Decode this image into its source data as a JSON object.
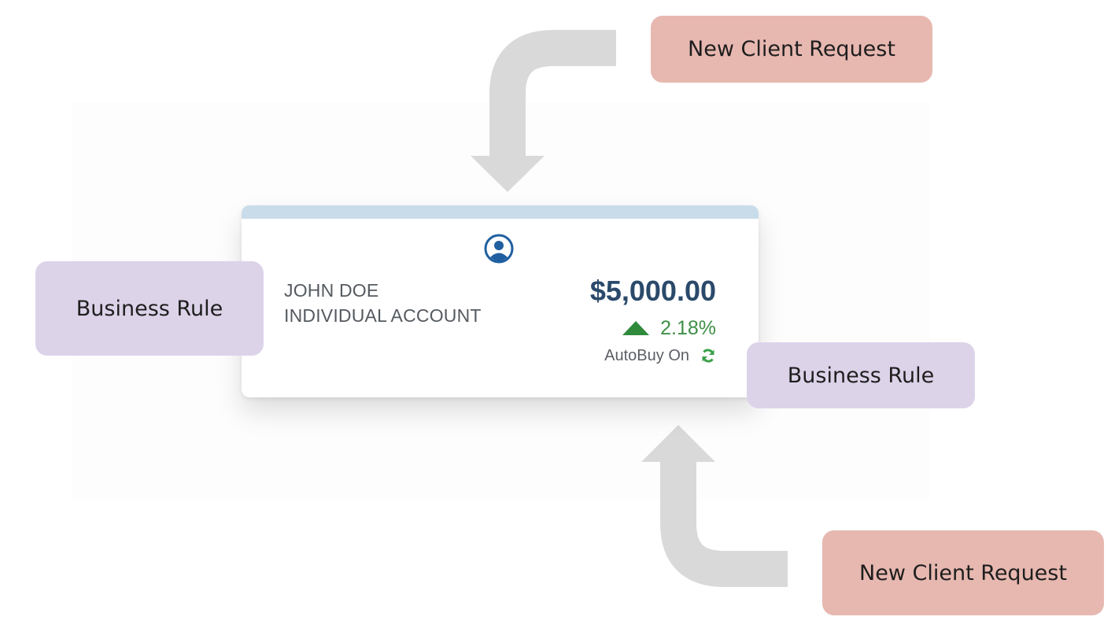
{
  "diagram": {
    "arrow_color": "#d9d9d9",
    "request_box_color": "#e7b8b0",
    "rule_box_color": "#dcd3e9",
    "boxes": {
      "top_request": "New Client Request",
      "bottom_request": "New Client Request",
      "left_rule": "Business Rule",
      "right_rule": "Business Rule"
    }
  },
  "account_card": {
    "icon": "user-circle-icon",
    "name": "JOHN DOE",
    "type": "INDIVIDUAL ACCOUNT",
    "balance": "$5,000.00",
    "change": {
      "direction": "up",
      "icon": "triangle-up-icon",
      "value": "2.18%",
      "color": "#3f8f47"
    },
    "autobuy": {
      "label": "AutoBuy On",
      "icon": "refresh-icon",
      "status_color": "#3aa04a"
    }
  }
}
